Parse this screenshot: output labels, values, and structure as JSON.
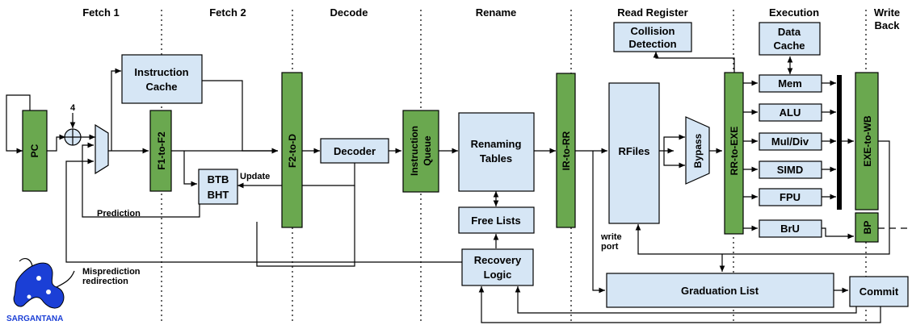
{
  "stages": {
    "fetch1": "Fetch 1",
    "fetch2": "Fetch 2",
    "decode": "Decode",
    "rename": "Rename",
    "read_register": "Read Register",
    "execution": "Execution",
    "write_back_line1": "Write",
    "write_back_line2": "Back"
  },
  "pipeline_registers": {
    "pc": "PC",
    "f1_to_f2": "F1-to-F2",
    "f2_to_d": "F2-to-D",
    "iq_line1": "Instruction",
    "iq_line2": "Queue",
    "ir_to_rr": "IR-to-RR",
    "rr_to_exe": "RR-to-EXE",
    "exe_to_wb": "EXE-to-WB",
    "bp": "BP"
  },
  "blocks": {
    "icache_line1": "Instruction",
    "icache_line2": "Cache",
    "btb": "BTB",
    "bht": "BHT",
    "decoder": "Decoder",
    "renaming_line1": "Renaming",
    "renaming_line2": "Tables",
    "free_lists": "Free Lists",
    "recovery_line1": "Recovery",
    "recovery_line2": "Logic",
    "collision_line1": "Collision",
    "collision_line2": "Detection",
    "rfiles": "RFiles",
    "bypass": "Bypass",
    "dcache_line1": "Data",
    "dcache_line2": "Cache",
    "mem": "Mem",
    "alu": "ALU",
    "muldiv": "Mul/Div",
    "simd": "SIMD",
    "fpu": "FPU",
    "bru": "BrU",
    "graduation_list": "Graduation List",
    "commit": "Commit"
  },
  "labels": {
    "adder_const": "4",
    "update": "Update",
    "prediction": "Prediction",
    "mispred_line1": "Misprediction",
    "mispred_line2": "redirection",
    "write_port_line1": "write",
    "write_port_line2": "port"
  },
  "logo": {
    "text": "SARGANTANA",
    "color": "#1b3fd6"
  },
  "colors": {
    "block_fill": "#d6e6f5",
    "register_fill": "#6aa84f"
  }
}
